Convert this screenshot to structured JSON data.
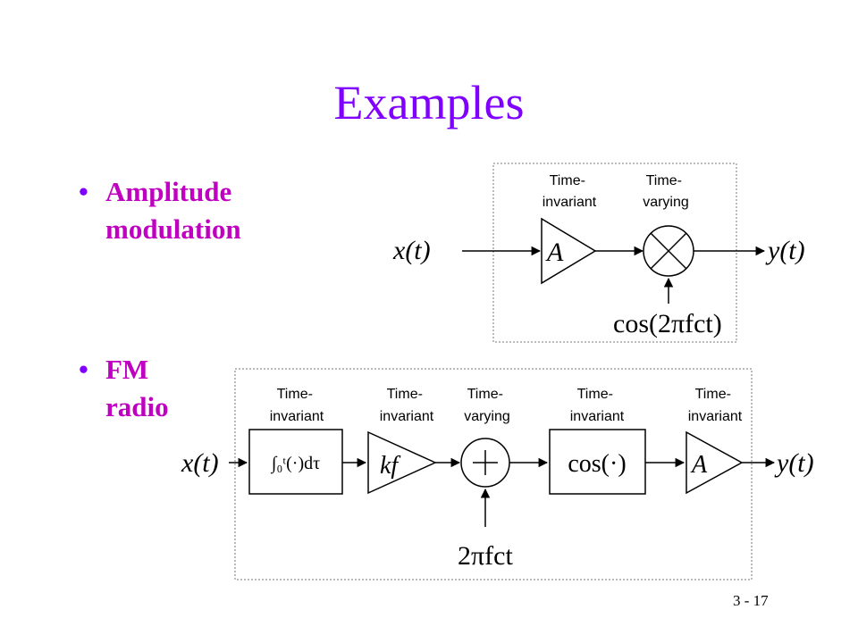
{
  "title": "Examples",
  "bullets": [
    {
      "line1": "Amplitude",
      "line2": "modulation"
    },
    {
      "line1": "FM",
      "line2": "radio"
    }
  ],
  "am": {
    "input": "x(t)",
    "output": "y(t)",
    "gain": "A",
    "carrier": "cos(2πfct)",
    "label_gain": [
      "Time-",
      "invariant"
    ],
    "label_mixer": [
      "Time-",
      "varying"
    ]
  },
  "fm": {
    "input": "x(t)",
    "output": "y(t)",
    "integrator": "∫₀ᵗ(·)dτ",
    "kf": "kf",
    "cos": "cos(·)",
    "gain": "A",
    "offset": "2πfct",
    "labels": [
      [
        "Time-",
        "invariant"
      ],
      [
        "Time-",
        "invariant"
      ],
      [
        "Time-",
        "varying"
      ],
      [
        "Time-",
        "invariant"
      ],
      [
        "Time-",
        "invariant"
      ]
    ]
  },
  "page_number": "3 - 17",
  "colors": {
    "title": "#7f00ff",
    "bullet_text": "#c000c0",
    "bullet_dot": "#7f00ff"
  }
}
